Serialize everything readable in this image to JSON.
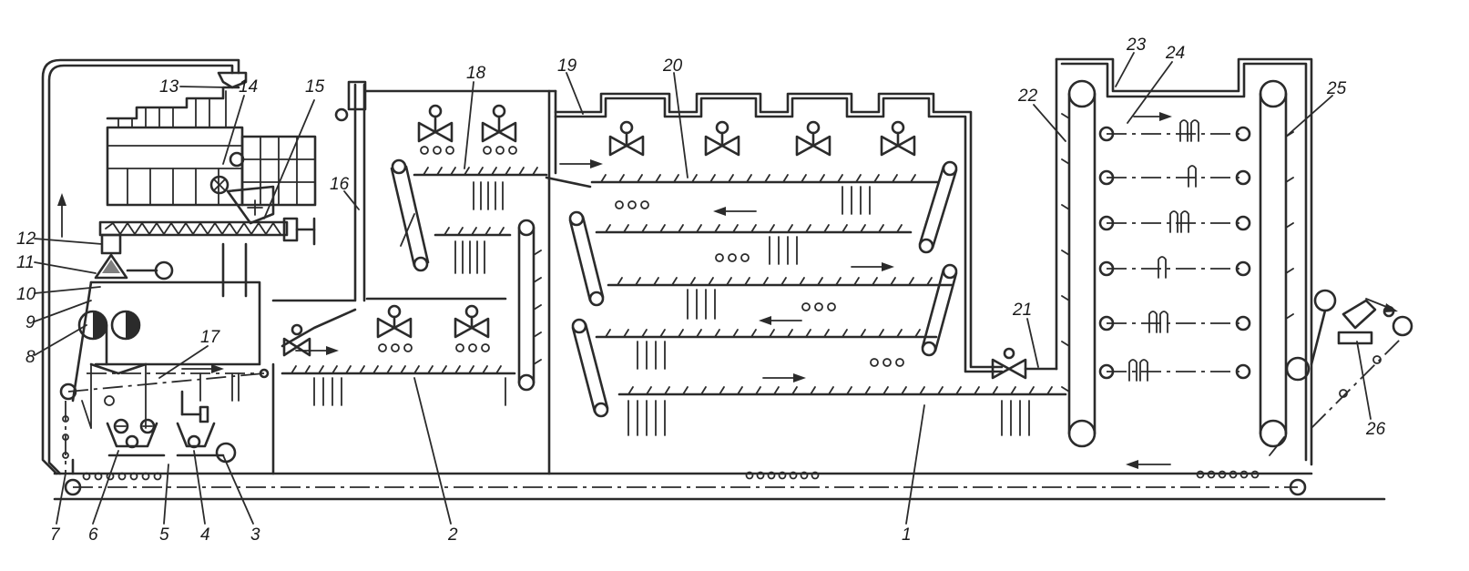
{
  "callouts": [
    "1",
    "2",
    "3",
    "4",
    "5",
    "6",
    "7",
    "8",
    "9",
    "10",
    "11",
    "12",
    "13",
    "14",
    "15",
    "16",
    "17",
    "18",
    "19",
    "20",
    "21",
    "22",
    "23",
    "24",
    "25",
    "26"
  ],
  "colors": {
    "ink": "#2b2b2b",
    "paper": "#ffffff"
  }
}
